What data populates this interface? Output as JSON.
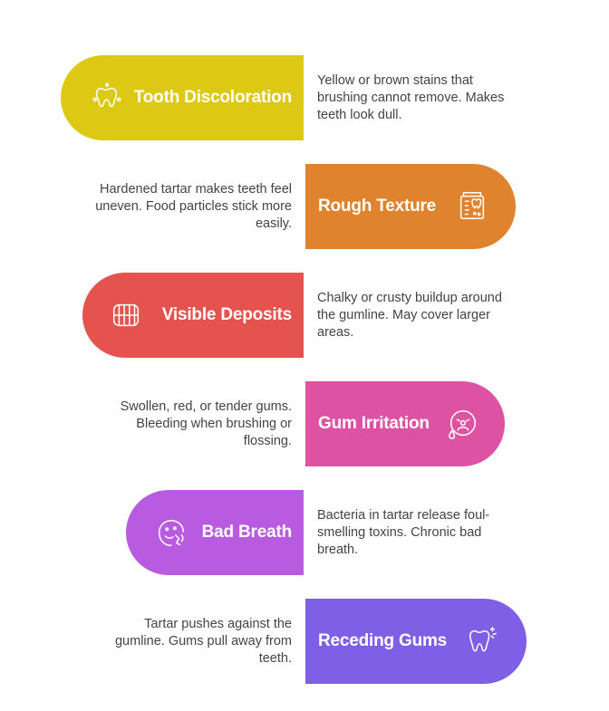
{
  "items": [
    {
      "title": "Tooth Discoloration",
      "description": "Yellow or brown stains that brushing cannot remove. Makes teeth look dull.",
      "color": "#DDC914",
      "icon": "tooth-stains-icon"
    },
    {
      "title": "Rough Texture",
      "description": "Hardened tartar makes teeth feel uneven. Food particles stick more easily.",
      "color": "#E0832F",
      "icon": "tooth-texture-icon"
    },
    {
      "title": "Visible Deposits",
      "description": "Chalky or crusty buildup around the gumline. May cover larger areas.",
      "color": "#E5534F",
      "icon": "teeth-row-icon"
    },
    {
      "title": "Gum Irritation",
      "description": "Swollen, red, or tender gums. Bleeding when brushing or flossing.",
      "color": "#DE52A4",
      "icon": "sad-face-drop-icon"
    },
    {
      "title": "Bad Breath",
      "description": "Bacteria in tartar release foul-smelling toxins. Chronic bad breath.",
      "color": "#B85BE0",
      "icon": "breath-face-icon"
    },
    {
      "title": "Receding Gums",
      "description": "Tartar pushes against the gumline. Gums pull away from teeth.",
      "color": "#7E5FE6",
      "icon": "tooth-sparkle-icon"
    }
  ]
}
